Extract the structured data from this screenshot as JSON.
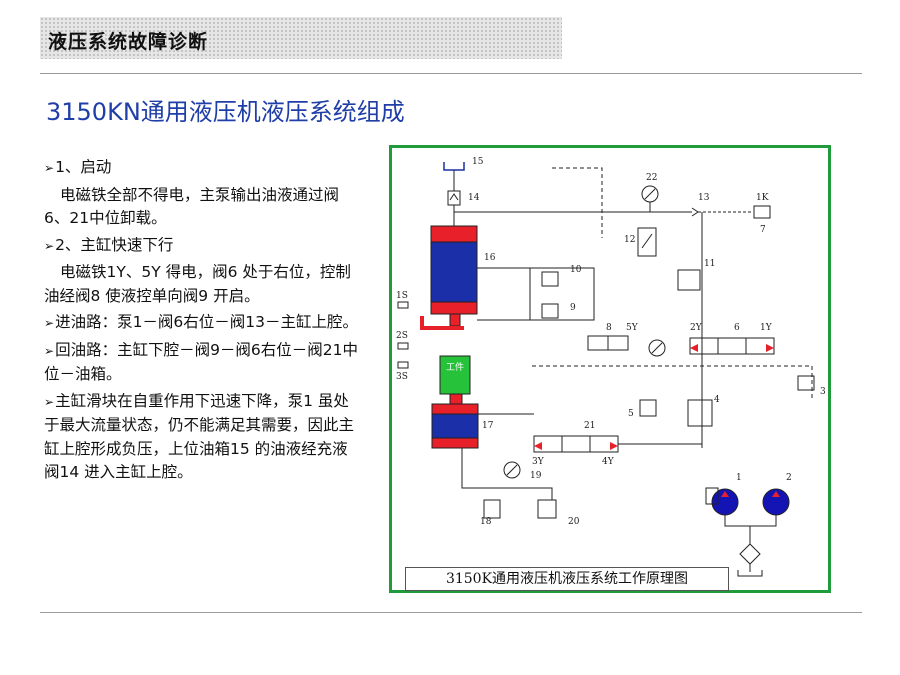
{
  "header": {
    "title": "液压系统故障诊断"
  },
  "slide": {
    "title": "3150KN通用液压机液压系统组成"
  },
  "body": [
    {
      "type": "bullet",
      "text": "1、启动"
    },
    {
      "type": "para",
      "text": "电磁铁全部不得电，主泵输出油液通过阀6、21中位卸载。"
    },
    {
      "type": "bullet",
      "text": "2、主缸快速下行"
    },
    {
      "type": "para",
      "text": "电磁铁1Y、5Y 得电，阀6 处于右位，控制油经阀8 使液控单向阀9 开启。"
    },
    {
      "type": "bullet",
      "text": "进油路：泵1－阀6右位－阀13－主缸上腔。"
    },
    {
      "type": "bullet",
      "text": "回油路：主缸下腔－阀9－阀6右位－阀21中位－油箱。"
    },
    {
      "type": "bullet",
      "text": "主缸滑块在自重作用下迅速下降，泵1 虽处于最大流量状态，仍不能满足其需要，因此主缸上腔形成负压，上位油箱15 的油液经充液阀14 进入主缸上腔。"
    }
  ],
  "diagram": {
    "caption": "3150K通用液压机液压系统工作原理图",
    "workpiece_label": "工件",
    "labels": {
      "n15": "15",
      "n14": "14",
      "n22": "22",
      "n13": "13",
      "n1k": "1K",
      "n7": "7",
      "n12": "12",
      "n11": "11",
      "n16": "16",
      "n10": "10",
      "n9": "9",
      "n8": "8",
      "n5y": "5Y",
      "n2y": "2Y",
      "n6": "6",
      "n1y": "1Y",
      "n1s": "1S",
      "n2s": "2S",
      "n3s": "3S",
      "n3": "3",
      "n4": "4",
      "n5": "5",
      "n17": "17",
      "n21": "21",
      "n3y": "3Y",
      "n4y": "4Y",
      "n19": "19",
      "n18": "18",
      "n20": "20",
      "n1": "1",
      "n2": "2"
    },
    "colors": {
      "frame": "#1f9b3b",
      "cylinder_cap": "#e8202a",
      "cylinder_body": "#1b2fa8",
      "workpiece": "#25c23a",
      "pump": "#1414b4"
    }
  }
}
